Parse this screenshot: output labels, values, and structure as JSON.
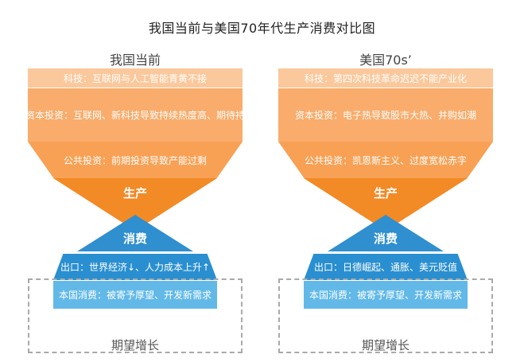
{
  "title": "我国当前与美国70年代生产消费对比图",
  "left": {
    "heading": "我国当前",
    "tech": "科技：互联网与人工智能青黄不接",
    "capital": "资本投资：互联网、新科技导致持续热度高、期待持",
    "public": "公共投资：前期投资导致产能过剩",
    "production": "生产",
    "consumption": "消费",
    "export": "出口：世界经济↓、人力成本上升↑",
    "domestic": "本国消费：被寄予厚望、开发新需求",
    "growth": "期望增长"
  },
  "right": {
    "heading": "美国70s’",
    "tech": "科技：第四次科技革命迟迟不能产业化",
    "capital": "资本投资：电子热导致股市大热、并购如潮",
    "public": "公共投资：凯恩斯主义、过度宽松赤字",
    "production": "生产",
    "consumption": "消费",
    "export": "出口：日德崛起、通胀、美元贬值",
    "domestic": "本国消费：被寄予厚望、开发新需求",
    "growth": "期望增长"
  },
  "colors": {
    "tech_band": "#fbc89c",
    "capital_band": "#f9ac6b",
    "public_band": "#f8a155",
    "production": "#f28a26",
    "consumption": "#2f8fcf",
    "export": "#2a8fd0",
    "domestic": "#62b9e8"
  }
}
